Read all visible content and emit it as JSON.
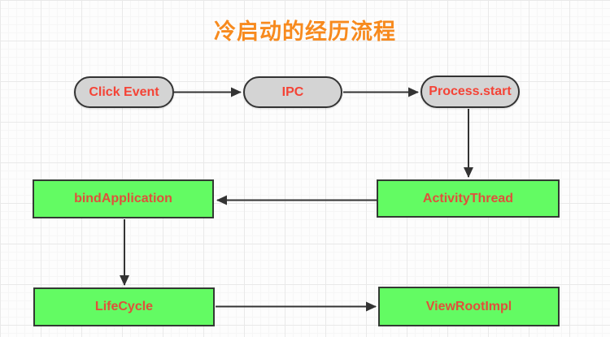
{
  "title": "冷启动的经历流程",
  "colors": {
    "title_text": "#f78a1e",
    "pill_fill": "#d4d4d4",
    "pill_border": "#333333",
    "pill_text": "#f44336",
    "box_fill": "#63fb63",
    "box_border": "#333a33",
    "box_text": "#e0503b",
    "arrow": "#333333",
    "background": "#fdfdfd",
    "grid_line": "#e9e9e9"
  },
  "nodes": {
    "click_event": {
      "label": "Click Event",
      "shape": "stadium"
    },
    "ipc": {
      "label": "IPC",
      "shape": "stadium"
    },
    "process_start": {
      "label": "Process.start",
      "shape": "stadium"
    },
    "activity_thread": {
      "label": "ActivityThread",
      "shape": "rect"
    },
    "bind_application": {
      "label": "bindApplication",
      "shape": "rect"
    },
    "life_cycle": {
      "label": "LifeCycle",
      "shape": "rect"
    },
    "view_root_impl": {
      "label": "ViewRootImpl",
      "shape": "rect"
    }
  },
  "edges": [
    {
      "from": "click_event",
      "to": "ipc"
    },
    {
      "from": "ipc",
      "to": "process_start"
    },
    {
      "from": "process_start",
      "to": "activity_thread"
    },
    {
      "from": "activity_thread",
      "to": "bind_application"
    },
    {
      "from": "bind_application",
      "to": "life_cycle"
    },
    {
      "from": "life_cycle",
      "to": "view_root_impl"
    }
  ]
}
